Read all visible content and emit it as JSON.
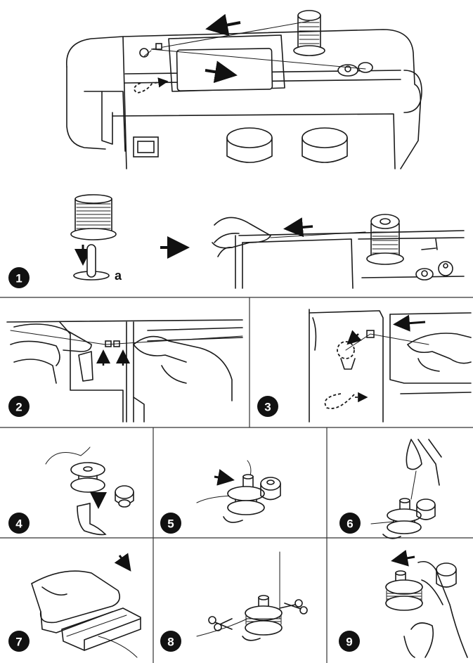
{
  "steps": [
    {
      "number": "1"
    },
    {
      "number": "2"
    },
    {
      "number": "3"
    },
    {
      "number": "4"
    },
    {
      "number": "5"
    },
    {
      "number": "6"
    },
    {
      "number": "7"
    },
    {
      "number": "8"
    },
    {
      "number": "9"
    }
  ],
  "labels": {
    "spool_pin": "a"
  },
  "icons": [
    "thread-spool-icon",
    "spool-pin-icon",
    "bobbin-icon",
    "bobbin-winder-icon",
    "foot-pedal-icon",
    "scissors-icon",
    "hand-icon",
    "direction-arrow-icon"
  ],
  "colors": {
    "line": "#1a1a1a",
    "badge": "#111111",
    "background": "#ffffff"
  }
}
